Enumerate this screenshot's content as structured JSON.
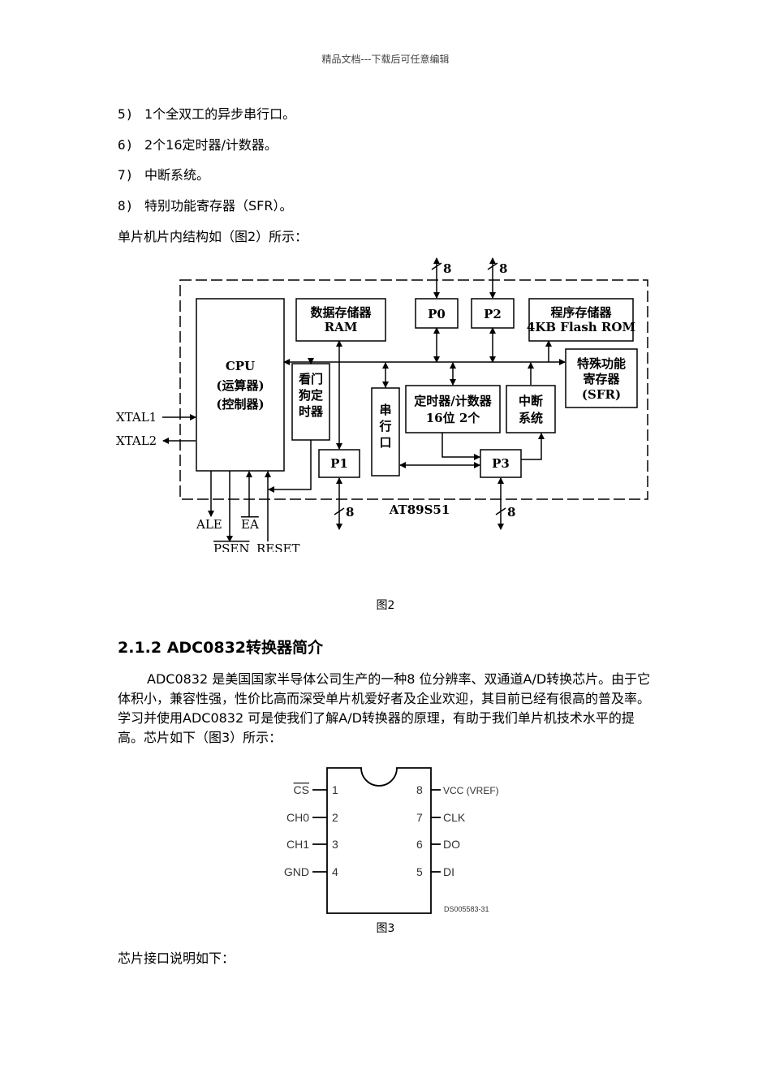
{
  "header": "精品文档---下载后可任意编辑",
  "list_items": [
    {
      "num": "5)",
      "text": "1个全双工的异步串行口。"
    },
    {
      "num": "6)",
      "text": "2个16定时器/计数器。"
    },
    {
      "num": "7)",
      "text": "中断系统。"
    },
    {
      "num": "8)",
      "text": "特别功能寄存器（SFR）。"
    }
  ],
  "intro_line": "单片机片内结构如（图2）所示：",
  "figure2": {
    "cpu": [
      "CPU",
      "(运算器)",
      "(控制器)"
    ],
    "ram": [
      "数据存储器",
      "RAM"
    ],
    "p0": "P0",
    "p2": "P2",
    "rom": [
      "程序存储器",
      "4KB Flash ROM"
    ],
    "sfr": [
      "特殊功能",
      "寄存器",
      "(SFR)"
    ],
    "watchdog": [
      "看门",
      "狗定",
      "时器"
    ],
    "serial": [
      "串",
      "行",
      "口"
    ],
    "timer": [
      "定时器/计数器",
      "16位  2个"
    ],
    "interrupt": [
      "中断",
      "系统"
    ],
    "p1": "P1",
    "p3": "P3",
    "chip_name": "AT89S51",
    "xtal1": "XTAL1",
    "xtal2": "XTAL2",
    "ale": "ALE",
    "ea": "EA",
    "psen": "PSEN",
    "reset": "RESET",
    "bus_width": "8"
  },
  "caption2": "图2",
  "section_heading": "2.1.2 ADC0832转换器简介",
  "body_paragraph": "ADC0832 是美国国家半导体公司生产的一种8 位分辨率、双通道A/D转换芯片。由于它体积小，兼容性强，性价比高而深受单片机爱好者及企业欢迎，其目前已经有很高的普及率。学习并使用ADC0832 可是使我们了解A/D转换器的原理，有助于我们单片机技术水平的提高。芯片如下（图3）所示：",
  "figure3": {
    "left_pins": [
      {
        "label": "CS",
        "num": "1"
      },
      {
        "label": "CH0",
        "num": "2"
      },
      {
        "label": "CH1",
        "num": "3"
      },
      {
        "label": "GND",
        "num": "4"
      }
    ],
    "right_pins": [
      {
        "label": "VCC (VREF)",
        "num": "8"
      },
      {
        "label": "CLK",
        "num": "7"
      },
      {
        "label": "DO",
        "num": "6"
      },
      {
        "label": "DI",
        "num": "5"
      }
    ],
    "part_code": "DS005583-31"
  },
  "caption3": "图3",
  "closing_line": "芯片接口说明如下："
}
